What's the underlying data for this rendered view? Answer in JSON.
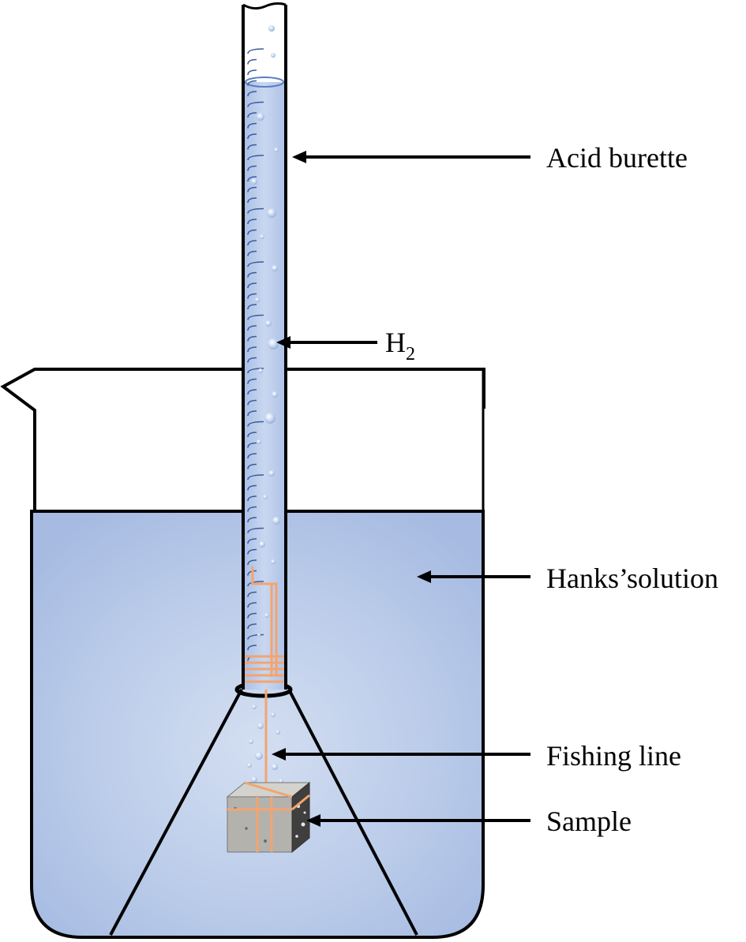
{
  "labels": {
    "acid_burette": "Acid burette",
    "h2_main": "H",
    "h2_sub": "2",
    "hanks_solution": "Hanks’solution",
    "fishing_line": "Fishing line",
    "sample": "Sample"
  },
  "colors": {
    "solution_light": "#ccd9ef",
    "solution_dark": "#a9bde3",
    "burette_fill": "#b9cbea",
    "fishing_line": "#f4a46e",
    "sample_light": "#b8b6b0",
    "sample_dark": "#4a4a4a",
    "outline": "#000000"
  }
}
